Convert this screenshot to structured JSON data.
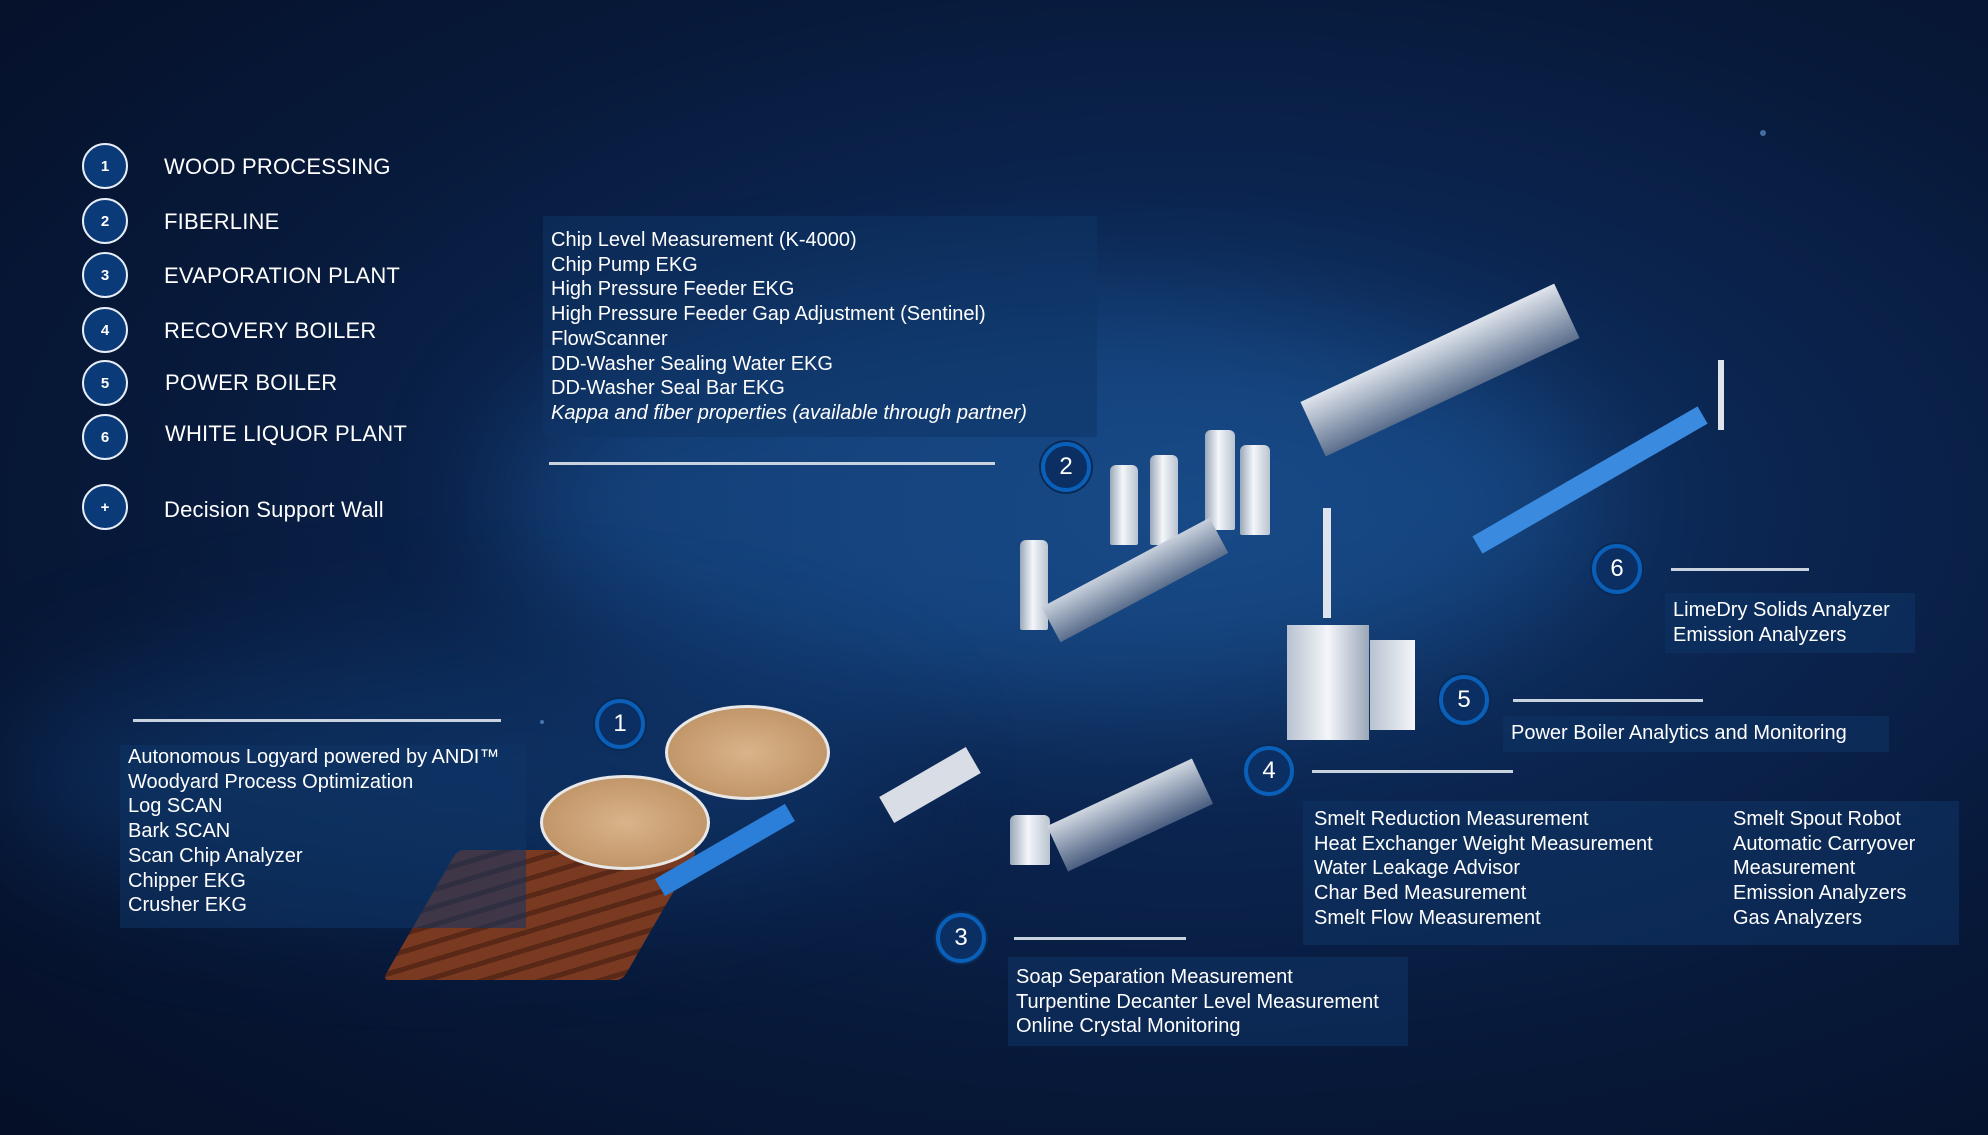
{
  "legend": [
    {
      "num": "1",
      "label": "WOOD PROCESSING"
    },
    {
      "num": "2",
      "label": "FIBERLINE"
    },
    {
      "num": "3",
      "label": "EVAPORATION PLANT"
    },
    {
      "num": "4",
      "label": "RECOVERY BOILER"
    },
    {
      "num": "5",
      "label": "POWER BOILER"
    },
    {
      "num": "6",
      "label": "WHITE LIQUOR PLANT"
    },
    {
      "num": "+",
      "label": "Decision Support Wall"
    }
  ],
  "areas": {
    "wood": {
      "num": "1",
      "items": [
        "Autonomous Logyard powered by ANDI™",
        "Woodyard Process Optimization",
        "Log SCAN",
        "Bark SCAN",
        "Scan Chip Analyzer",
        "Chipper EKG",
        "Crusher EKG"
      ]
    },
    "fiberline": {
      "num": "2",
      "items": [
        "Chip Level Measurement (K-4000)",
        "Chip Pump EKG",
        "High Pressure Feeder EKG",
        "High Pressure Feeder Gap Adjustment (Sentinel)",
        "FlowScanner",
        "DD-Washer Sealing Water EKG",
        "DD-Washer Seal Bar EKG"
      ],
      "note": "Kappa and fiber properties (available through partner)"
    },
    "evaporation": {
      "num": "3",
      "items": [
        "Soap Separation Measurement",
        "Turpentine Decanter Level Measurement",
        "Online Crystal Monitoring"
      ]
    },
    "recovery": {
      "num": "4",
      "col1": [
        "Smelt Reduction Measurement",
        "Heat Exchanger Weight Measurement",
        "Water Leakage Advisor",
        "Char Bed Measurement",
        "Smelt Flow Measurement"
      ],
      "col2": [
        "Smelt Spout Robot",
        "Automatic Carryover",
        "Measurement",
        "Emission Analyzers",
        "Gas Analyzers"
      ]
    },
    "power": {
      "num": "5",
      "items": [
        "Power Boiler Analytics and Monitoring"
      ]
    },
    "whiteliquor": {
      "num": "6",
      "items": [
        "LimeDry Solids Analyzer",
        "Emission Analyzers"
      ]
    }
  }
}
